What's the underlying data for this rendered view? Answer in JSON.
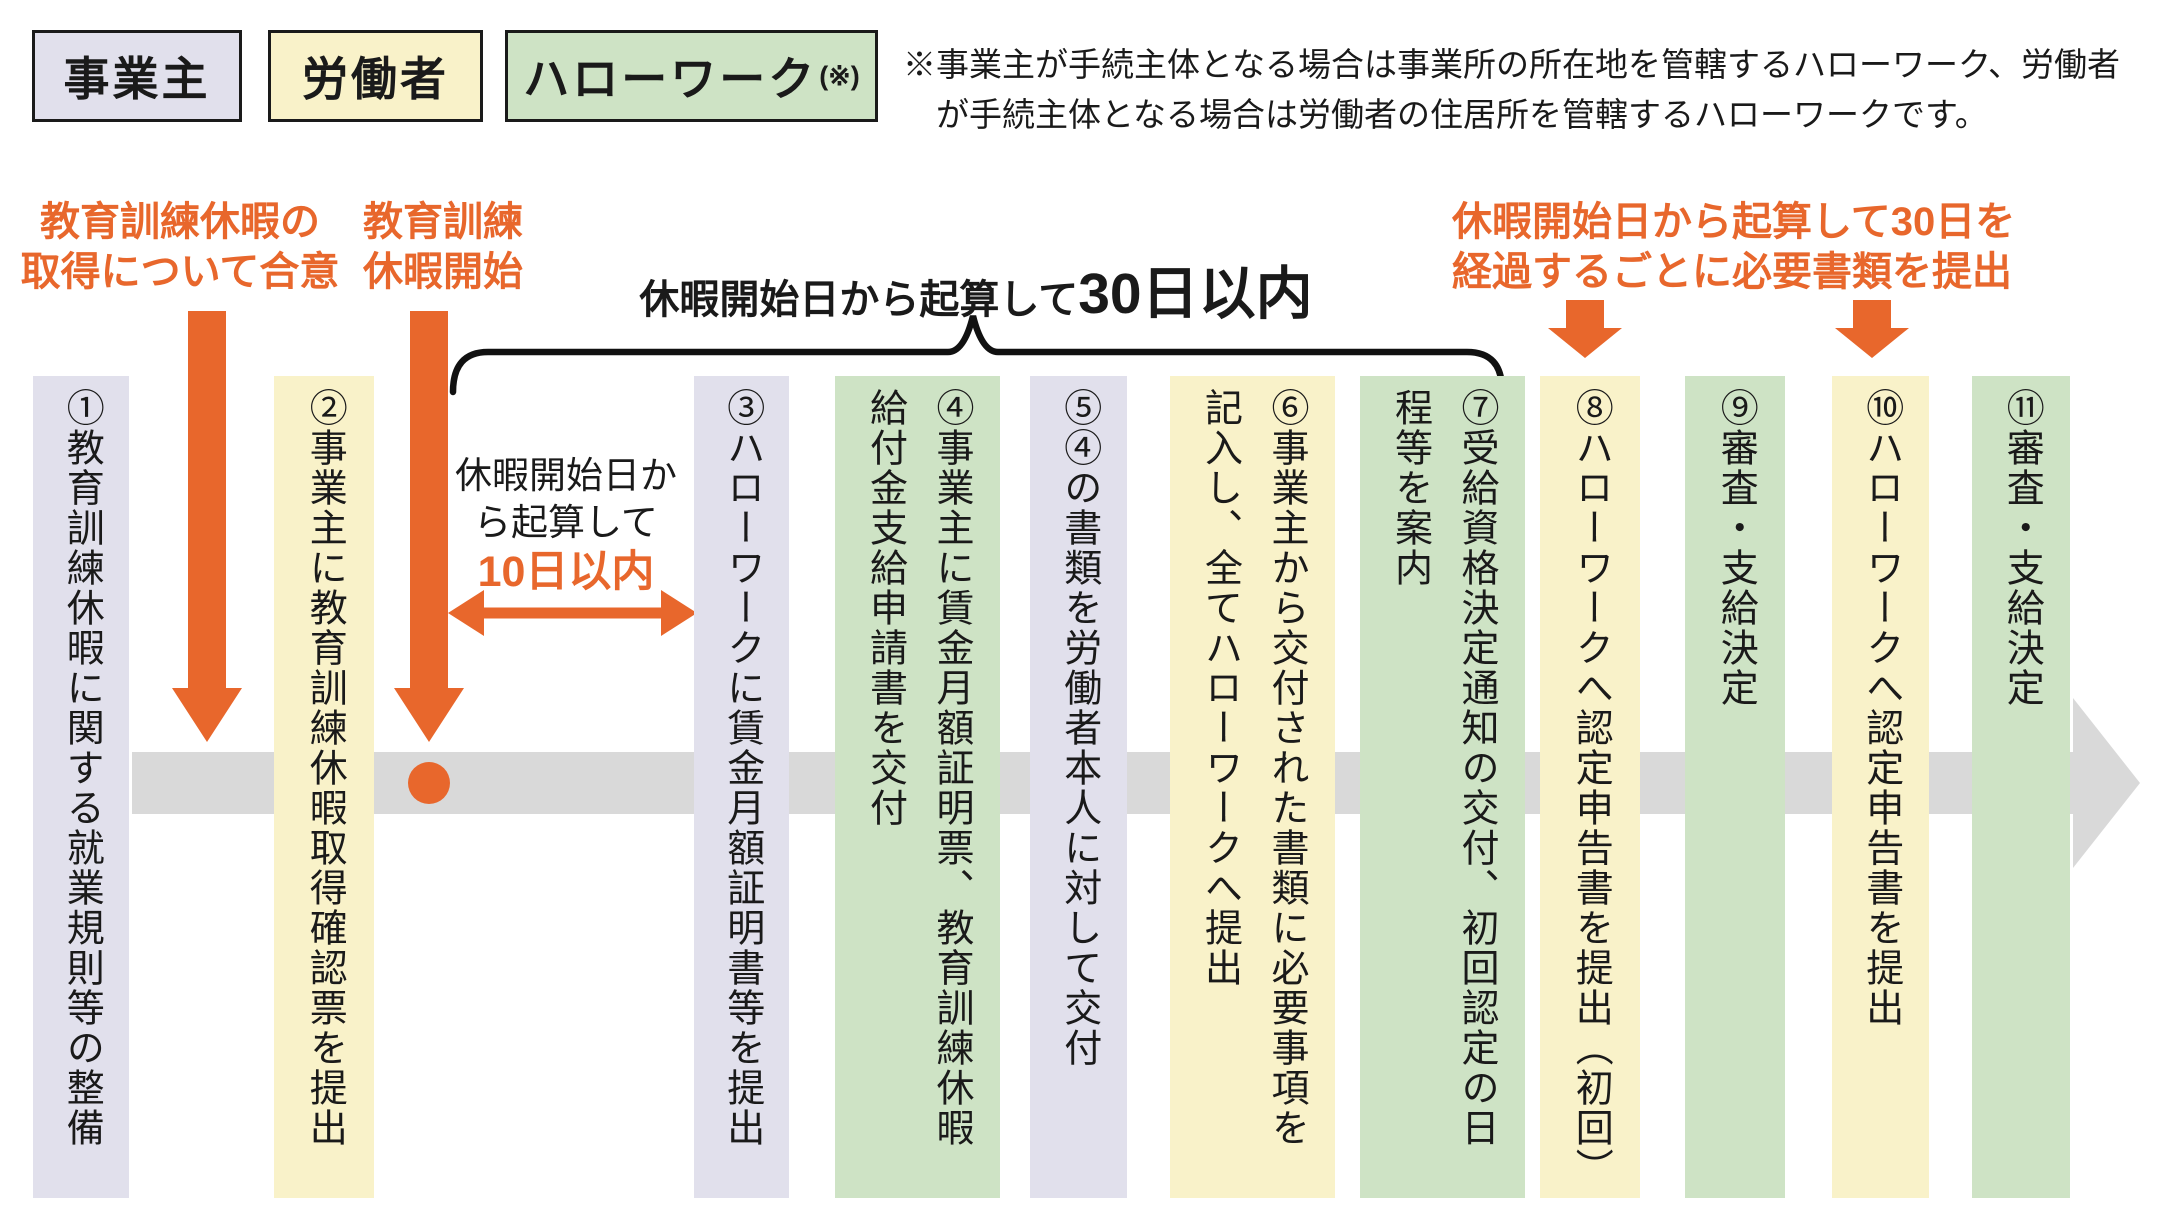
{
  "legend": {
    "items": [
      {
        "label": "事業主",
        "actor": "employer",
        "color": "#e1e0ec"
      },
      {
        "label": "労働者",
        "actor": "worker",
        "color": "#f9f2c9"
      },
      {
        "label": "ハローワーク",
        "suffix": "(※)",
        "actor": "hellowork",
        "color": "#cee3c5"
      }
    ]
  },
  "note": {
    "line1": "※事業主が手続主体となる場合は事業所の所在地を管轄するハローワーク、労働者",
    "line2": "が手続主体となる場合は労働者の住居所を管轄するハローワークです。"
  },
  "annotations": {
    "agree": "教育訓練休暇の\n取得について合意",
    "start": "教育訓練\n休暇開始",
    "within30_prefix": "休暇開始日から起算して",
    "within30_big": "30日以内",
    "within10_black": "休暇開始日か\nら起算して",
    "within10_orange": "10日以内",
    "every30": "休暇開始日から起算して30日を\n経過するごとに必要書類を提出"
  },
  "steps": [
    {
      "actor": "employer",
      "text": "①教育訓練休暇に関する就業規則等の整備"
    },
    {
      "actor": "worker",
      "text": "②事業主に教育訓練休暇取得確認票を提出"
    },
    {
      "actor": "employer",
      "text": "③ハローワークに賃金月額証明書等を提出"
    },
    {
      "actor": "hellowork",
      "text": "④事業主に賃金月額証明票、教育訓練休暇\n給付金支給申請書を交付"
    },
    {
      "actor": "employer",
      "text": "⑤④の書類を労働者本人に対して交付"
    },
    {
      "actor": "worker",
      "text": "⑥事業主から交付された書類に必要事項を\n記入し、全てハローワークへ提出"
    },
    {
      "actor": "hellowork",
      "text": "⑦受給資格決定通知の交付、初回認定の日\n程等を案内"
    },
    {
      "actor": "worker",
      "text": "⑧ハローワークへ認定申告書を提出（初回）"
    },
    {
      "actor": "hellowork",
      "text": "⑨審査・支給決定"
    },
    {
      "actor": "worker",
      "text": "⑩ハローワークへ認定申告書を提出"
    },
    {
      "actor": "hellowork",
      "text": "⑪審査・支給決定"
    }
  ],
  "colors": {
    "employer": "#e1e0ec",
    "worker": "#f9f2c9",
    "hellowork": "#cee3c5",
    "accent_orange": "#e8672c",
    "timeline_gray": "#d9d9d9",
    "text": "#1a1a1a"
  }
}
